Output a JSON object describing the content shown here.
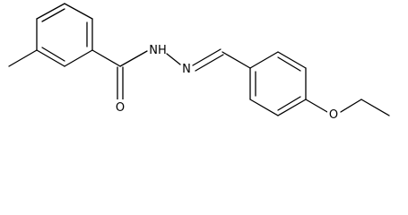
{
  "molecule": {
    "atoms": {
      "carbonyl_oxygen": "O",
      "hydrazide_nitrogen_nh": "NH",
      "imine_nitrogen": "N",
      "ether_oxygen": "O"
    }
  },
  "colors": {
    "bond": "#000000",
    "label": "#000000",
    "background": "#ffffff"
  }
}
